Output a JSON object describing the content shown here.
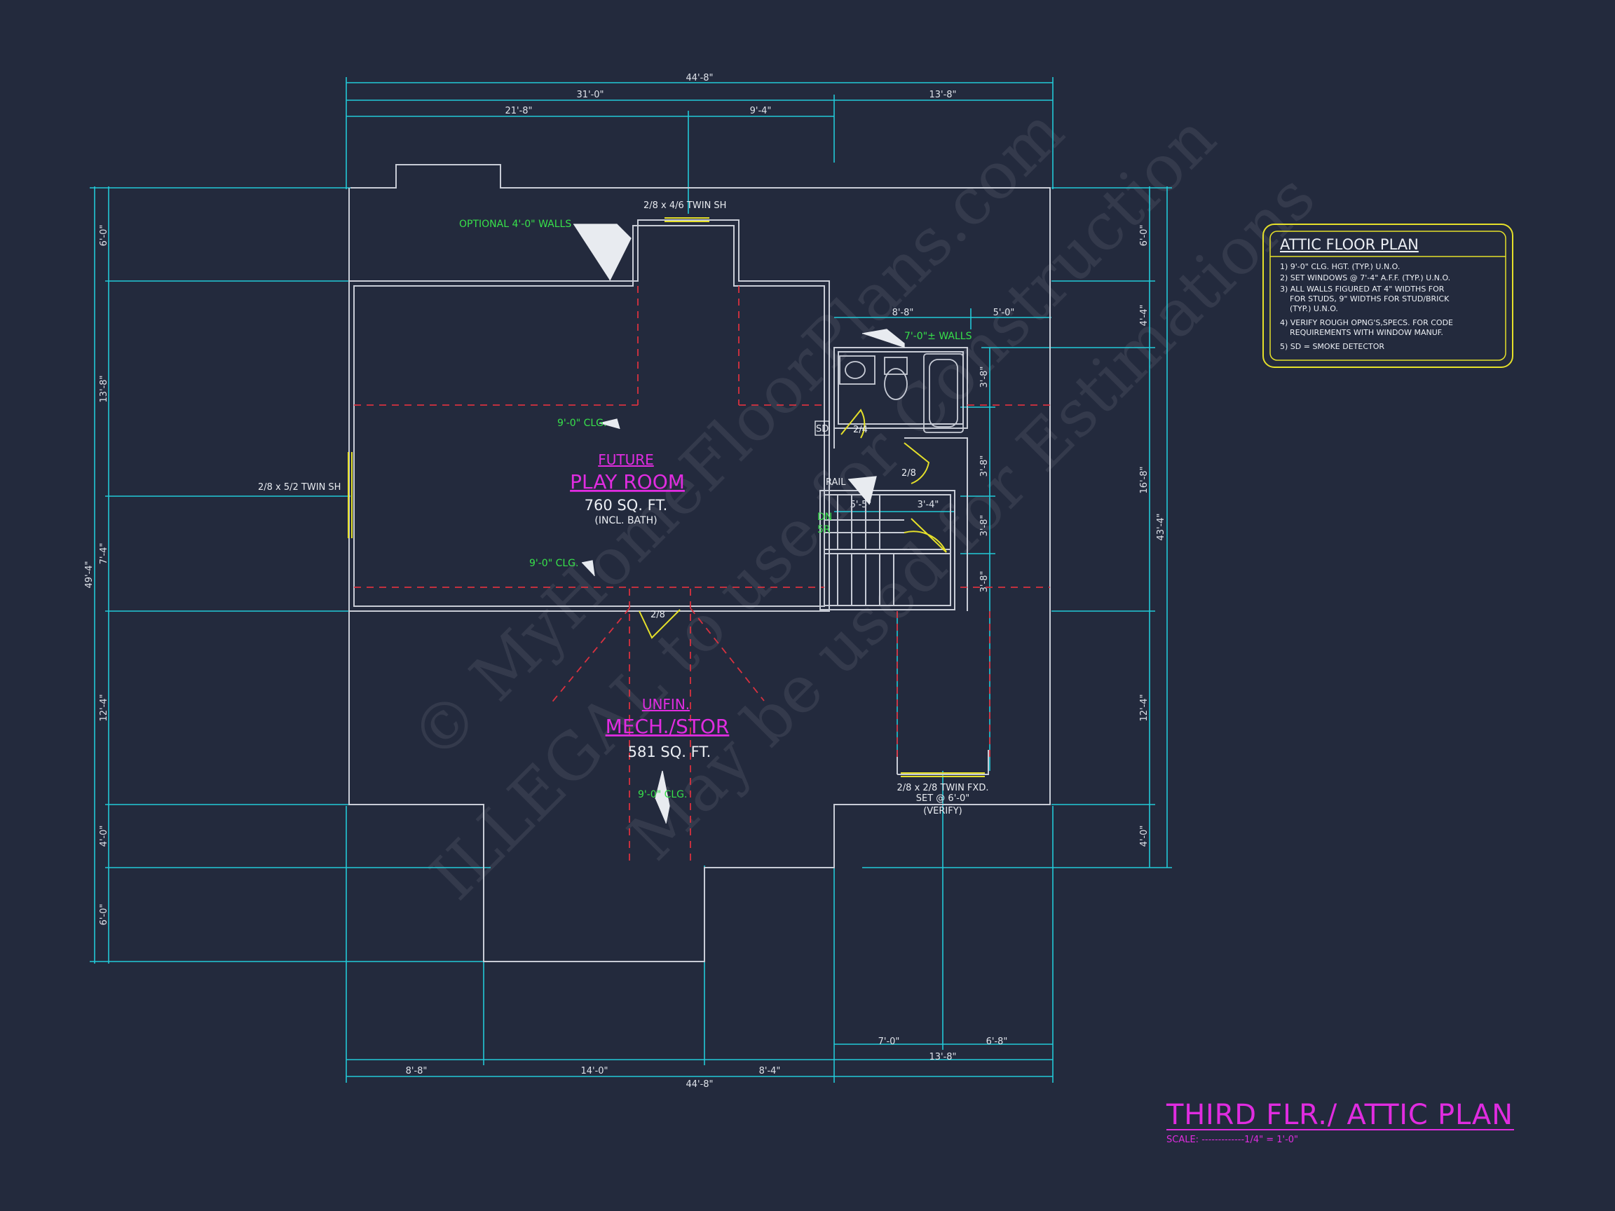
{
  "title": "THIRD FLR./ ATTIC PLAN",
  "scale_label": "SCALE: -------------1/4\" = 1'-0\"",
  "notes": {
    "heading": "ATTIC FLOOR PLAN",
    "items": [
      "1) 9'-0\" CLG. HGT. (TYP.) U.N.O.",
      "2) SET WINDOWS @ 7'-4\" A.F.F. (TYP.) U.N.O.",
      "3) ALL WALLS FIGURED AT 4\" WIDTHS FOR",
      "FOR STUDS, 9\" WIDTHS FOR STUD/BRICK",
      "(TYP.) U.N.O.",
      "4) VERIFY ROUGH OPNG'S,SPECS. FOR CODE",
      "REQUIREMENTS WITH WINDOW MANUF.",
      "5) SD = SMOKE DETECTOR"
    ]
  },
  "rooms": {
    "play": {
      "prefix": "FUTURE",
      "name": "PLAY ROOM",
      "area": "760 SQ. FT.",
      "sub": "(INCL. BATH)"
    },
    "mech": {
      "prefix": "UNFIN.",
      "name": "MECH./STOR",
      "area": "581 SQ. FT."
    }
  },
  "labels": {
    "optional_walls": "OPTIONAL 4'-0\" WALLS",
    "walls_7": "7'-0\"± WALLS",
    "clg": "9'-0\" CLG.",
    "win_top": "2/8 x 4/6 TWIN SH",
    "win_left": "2/8 x 5/2 TWIN SH",
    "win_bottom_1": "2/8 x 2/8 TWIN FXD.",
    "win_bottom_2": "SET @ 6'-0\"",
    "win_bottom_3": "(VERIFY)",
    "rail": "RAIL",
    "sd": "SD",
    "door_24": "2/4",
    "door_28a": "2/8",
    "door_28b": "2/8",
    "dn": "DN",
    "fivr": "5R"
  },
  "dims": {
    "top_overall": "44'-8\"",
    "top_31": "31'-0\"",
    "top_13": "13'-8\"",
    "top_21": "21'-8\"",
    "top_9": "9'-4\"",
    "bath_8": "8'-8\"",
    "bath_5": "5'-0\"",
    "stair_55": "5'-5\"",
    "stair_34": "3'-4\"",
    "bot_88": "8'-8\"",
    "bot_14": "14'-0\"",
    "bot_84": "8'-4\"",
    "bot_7": "7'-0\"",
    "bot_68": "6'-8\"",
    "bot_138": "13'-8\"",
    "bot_overall": "44'-8\"",
    "left_6a": "6'-0\"",
    "left_138": "13'-8\"",
    "left_74": "7'-4\"",
    "left_124": "12'-4\"",
    "left_4": "4'-0\"",
    "left_6b": "6'-0\"",
    "left_overall": "49'-4\"",
    "right_6": "6'-0\"",
    "right_4a": "4'-4\"",
    "right_168": "16'-8\"",
    "right_124": "12'-4\"",
    "right_4b": "4'-0\"",
    "right_overall": "43'-4\"",
    "r38a": "3'-8\"",
    "r38b": "3'-8\"",
    "r38c": "3'-8\"",
    "r38d": "3'-8\""
  },
  "watermark": {
    "line1": "© MyHomeFloorPlans.com",
    "line2": "ILLEGAL to use for Construction",
    "line3": "May be used for Estimations"
  },
  "colors": {
    "background": "#232a3d",
    "dimension": "#22c9d8",
    "wall": "#c8ccd6",
    "room_label": "#e02ce0",
    "note_green": "#37e04a",
    "window": "#e5e02a",
    "hidden": "#d8313f"
  }
}
